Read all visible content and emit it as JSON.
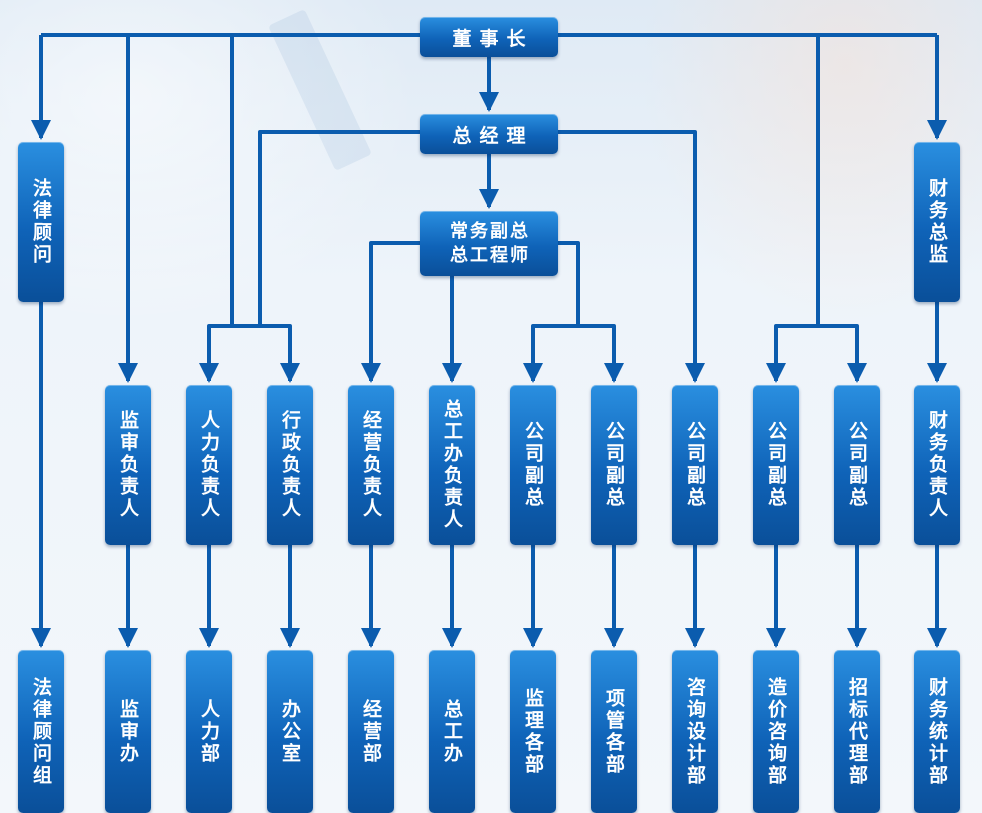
{
  "colors": {
    "line": "#0b5cae",
    "box_top": "#2a8fe0",
    "box_bottom": "#0a4f99",
    "text": "#ffffff"
  },
  "org": {
    "chairman": "董事长",
    "gm": "总经理",
    "vp_line1": "常务副总",
    "vp_line2": "总工程师",
    "legal_advisor": "法律顾问",
    "finance_director": "财务总监",
    "managers": [
      "监审负责人",
      "人力负责人",
      "行政负责人",
      "经营负责人",
      "总工办负责人",
      "公司副总",
      "公司副总",
      "公司副总",
      "公司副总",
      "公司副总",
      "财务负责人"
    ],
    "departments": [
      "法律顾问组",
      "监审办",
      "人力部",
      "办公室",
      "经营部",
      "总工办",
      "监理各部",
      "项管各部",
      "咨询设计部",
      "造价咨询部",
      "招标代理部",
      "财务统计部"
    ]
  }
}
